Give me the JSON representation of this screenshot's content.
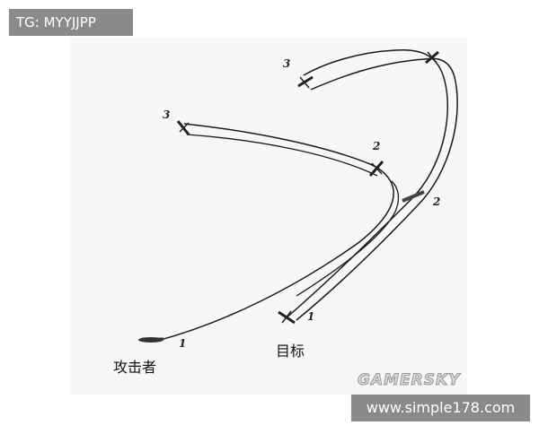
{
  "watermark_top": "TG: MYYJJPP",
  "watermark_bottom": "www.simple178.com",
  "logo_text": "GAMERSKY",
  "labels": {
    "attacker": "攻击者",
    "target": "目标",
    "attacker_pos_1": "1",
    "attacker_pos_2": "2",
    "attacker_pos_3": "3",
    "target_pos_1": "1",
    "target_pos_2": "2",
    "target_pos_3": "3"
  },
  "colors": {
    "ink": "#1a1a1a",
    "paper": "#ffffff",
    "watermark_box": "#8a8a8a"
  }
}
